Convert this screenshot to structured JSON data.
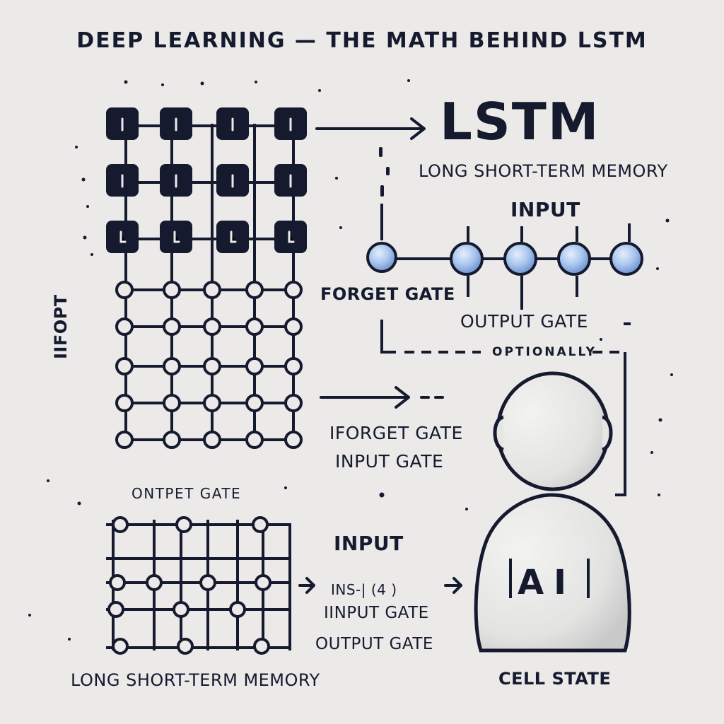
{
  "title": "DEEP LEARNING — THE MATH BEHIND  LSTM",
  "lstm": {
    "heading": "LSTM",
    "subtitle": "LONG SHORT-TERM MEMORY"
  },
  "top_gates": {
    "input_label": "INPUT",
    "forget_label": "FORGET GATE",
    "output_label": "OUTPUT GATE",
    "dashed_label": "OPTIONALLY"
  },
  "side_label": "IIFOPT",
  "mid_gates": {
    "forget_label": "IFORGET GATE",
    "input_label": "INPUT GATE"
  },
  "small_grid_label": "ONTPET GATE",
  "bottom_gates": {
    "input_label": "INPUT",
    "formula_label": "INS-|  (4 )",
    "input_gate_label": "IINPUT GATE",
    "output_gate_label": "OUTPUT GATE"
  },
  "bottom_caption": "LONG SHORT-TERM MEMORY",
  "figure": {
    "chest_text": "AI",
    "caption": "CELL STATE"
  },
  "colors": {
    "background": "#ebeae8",
    "ink": "#151a2e",
    "node_fill": "#a9c6ee"
  }
}
